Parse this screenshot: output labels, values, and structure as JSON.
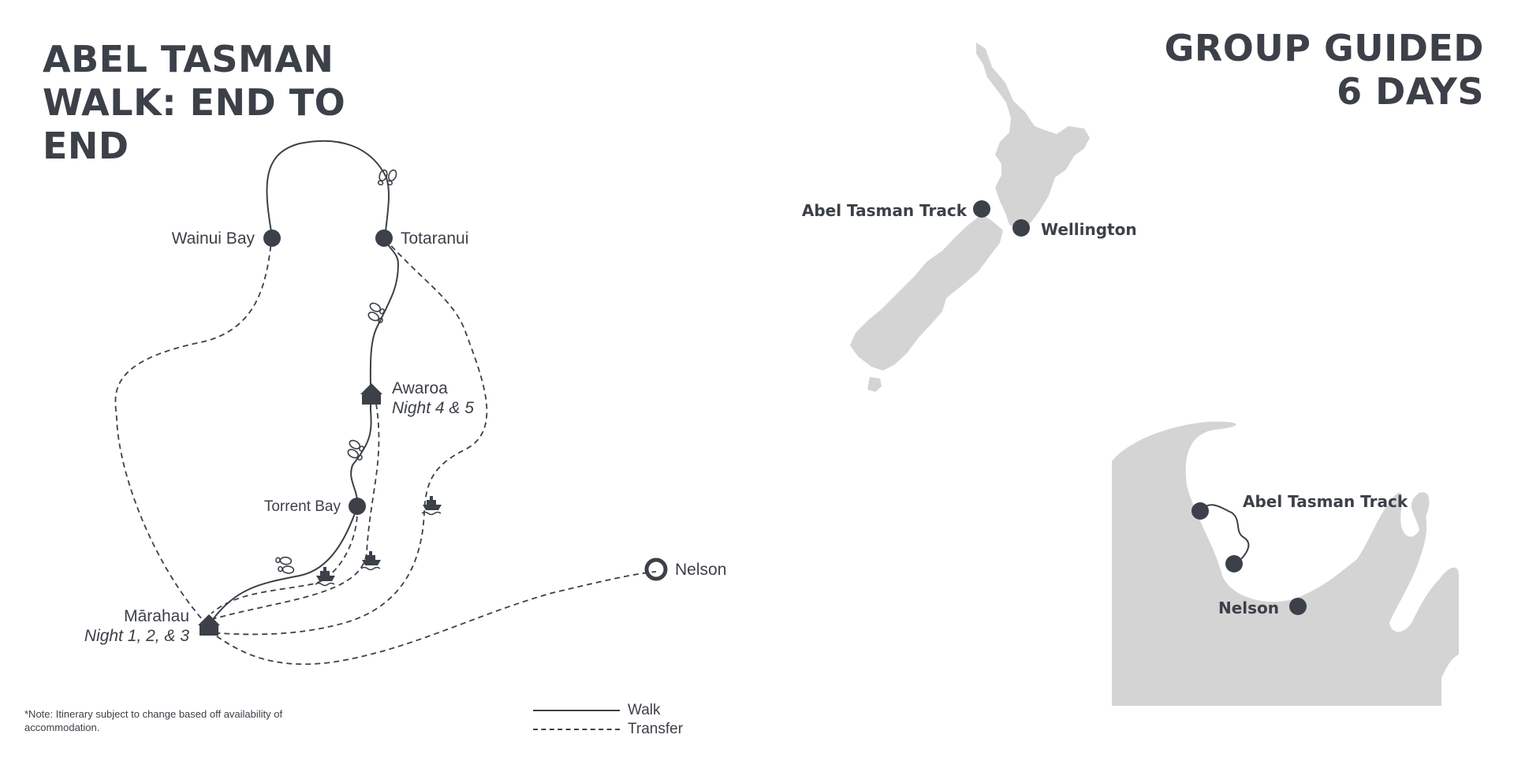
{
  "title_lines": [
    "ABEL TASMAN",
    "WALK: END TO",
    "END"
  ],
  "subtitle_lines": [
    "GROUP GUIDED",
    "6 DAYS"
  ],
  "route": {
    "places": {
      "wainui": "Wainui Bay",
      "totaranui": "Totaranui",
      "awaroa": "Awaroa",
      "awaroa_night": "Night 4 & 5",
      "torrent": "Torrent Bay",
      "marahau": "Mārahau",
      "marahau_night": "Night 1, 2, & 3",
      "nelson": "Nelson"
    }
  },
  "nz_map": {
    "track_label": "Abel Tasman Track",
    "city_label": "Wellington"
  },
  "inset_map": {
    "track_label": "Abel Tasman Track",
    "city_label": "Nelson"
  },
  "legend": {
    "walk": "Walk",
    "transfer": "Transfer"
  },
  "note": "*Note: Itinerary  subject to change based off availability of accommodation.",
  "colors": {
    "ink": "#3c4048",
    "land": "#d4d4d4",
    "background": "#ffffff"
  },
  "icons": [
    "footprints-icon",
    "boat-icon",
    "lodge-icon"
  ]
}
